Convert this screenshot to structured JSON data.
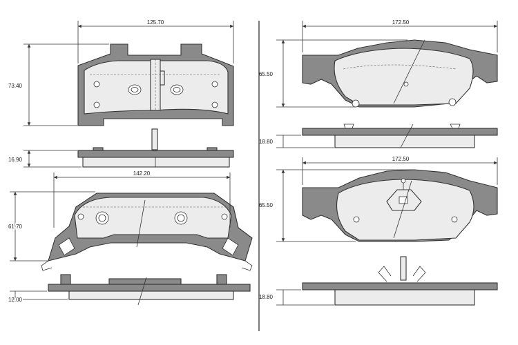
{
  "colors": {
    "background": "#ffffff",
    "line": "#333333",
    "backing_plate": "#8a8a8a",
    "friction_lining": "#ececec"
  },
  "dimensions": {
    "pad1_width": "125.70",
    "pad1_height": "73.40",
    "pad1_thickness": "16.90",
    "pad2_width": "142.20",
    "pad2_height": "61.70",
    "pad2_thickness": "12.00",
    "pad3_width": "172.50",
    "pad3_height": "65.50",
    "pad3_thickness": "18.80",
    "pad4_width": "172.50",
    "pad4_height": "65.50",
    "pad4_thickness": "18.80"
  }
}
